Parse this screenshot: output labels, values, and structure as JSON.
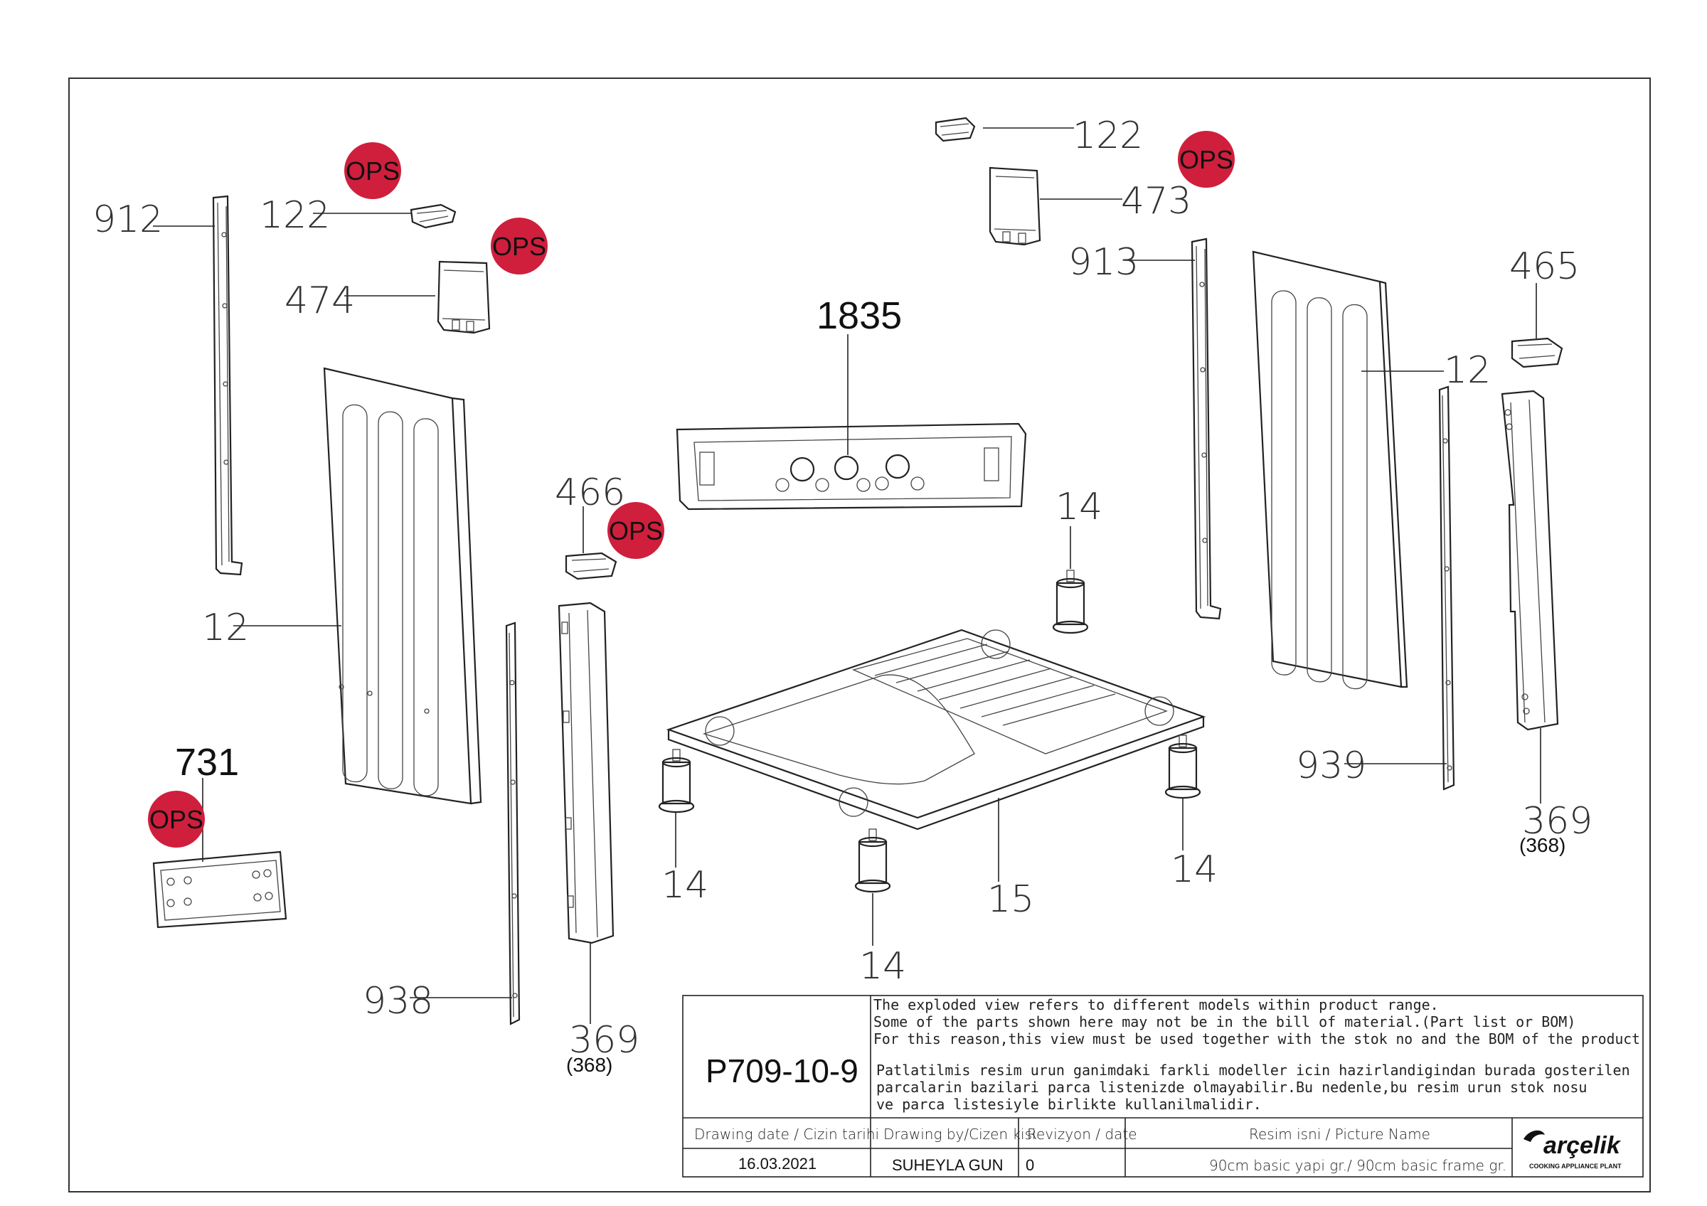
{
  "callouts": {
    "c912": "912",
    "c122_left": "122",
    "c474": "474",
    "c12_left": "12",
    "c731": "731",
    "c938": "938",
    "c466": "466",
    "c369_mid": "369",
    "c368_mid": "(368)",
    "c1835": "1835",
    "c122_right": "122",
    "c473": "473",
    "c913": "913",
    "c465": "465",
    "c12_right": "12",
    "c14_a": "14",
    "c14_b": "14",
    "c14_c": "14",
    "c14_d": "14",
    "c15": "15",
    "c939": "939",
    "c369_right": "369",
    "c368_right": "(368)"
  },
  "ops_label": "OPS",
  "colors": {
    "ops_badge": "#cf1f3d"
  },
  "title_block": {
    "drawing_code": "P709-10-9",
    "note_en_1": "The exploded view refers to different models within product range.",
    "note_en_2": "Some of the parts shown here may not be in the bill of material.(Part list or BOM)",
    "note_en_3": "For this reason,this view must be used together with the stok no and the BOM of the product",
    "note_tr_1": "Patlatilmis resim urun ganimdaki farkli modeller icin hazirlandigindan burada gosterilen",
    "note_tr_2": "parcalarin bazilari parca listenizde olmayabilir.Bu nedenle,bu resim urun stok nosu",
    "note_tr_3": "ve parca listesiyle birlikte kullanilmalidir.",
    "head_date": "Drawing date / Cizin tarihi",
    "head_by": "Drawing by/Cizen kisi",
    "head_rev": "Revizyon / date",
    "head_name": "Resim isni / Picture Name",
    "val_date": "16.03.2021",
    "val_by": "SUHEYLA GUN",
    "val_rev": "0",
    "val_name": "90cm basic yapi gr./ 90cm basic frame gr.",
    "brand": "arçelik",
    "brand_sub": "COOKING APPLIANCE PLANT"
  }
}
